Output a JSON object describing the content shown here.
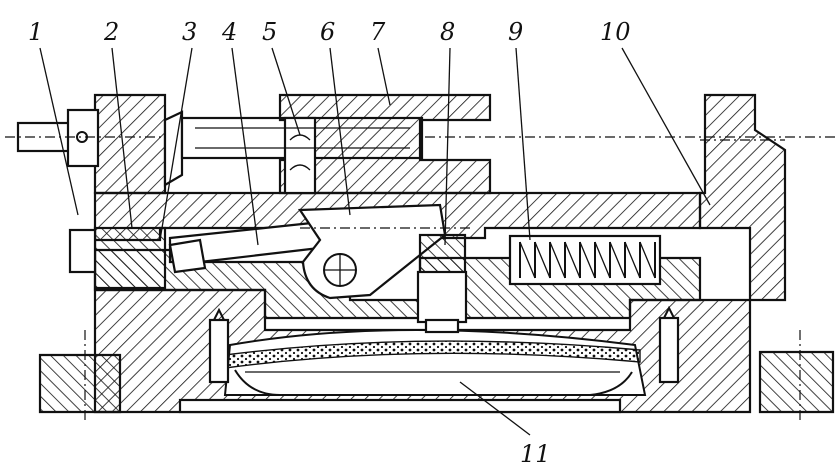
{
  "figure": {
    "callouts": [
      {
        "id": "1",
        "label": "1"
      },
      {
        "id": "2",
        "label": "2"
      },
      {
        "id": "3",
        "label": "3"
      },
      {
        "id": "4",
        "label": "4"
      },
      {
        "id": "5",
        "label": "5"
      },
      {
        "id": "6",
        "label": "6"
      },
      {
        "id": "7",
        "label": "7"
      },
      {
        "id": "8",
        "label": "8"
      },
      {
        "id": "9",
        "label": "9"
      },
      {
        "id": "10",
        "label": "10"
      },
      {
        "id": "11",
        "label": "11"
      }
    ],
    "colors": {
      "ink": "#111111",
      "paper": "#ffffff"
    }
  }
}
